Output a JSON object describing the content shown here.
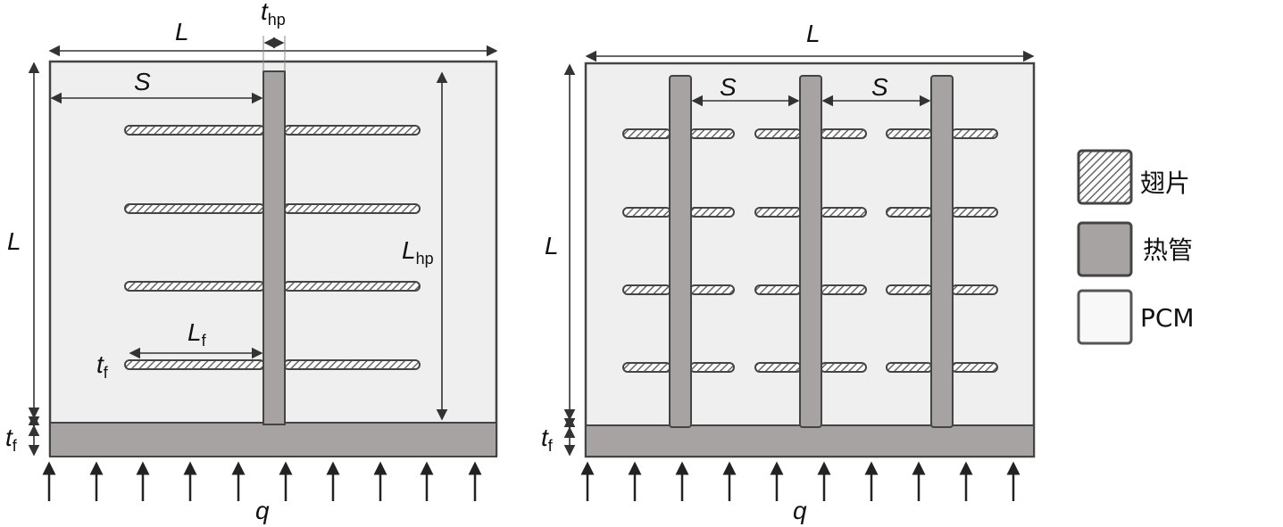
{
  "labels": {
    "L": "L",
    "S": "S",
    "t": "t",
    "hp_sub": "hp",
    "f_sub": "f",
    "q": "q"
  },
  "legend": {
    "fin": "翅片",
    "heat_pipe": "热管",
    "pcm": "PCM"
  },
  "colors": {
    "pcm": "#efefef",
    "heat_pipe": "#a7a3a3",
    "outline": "#444444"
  }
}
